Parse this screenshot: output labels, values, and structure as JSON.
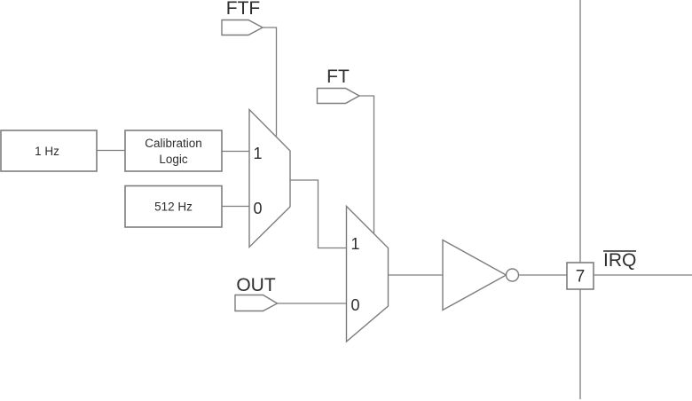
{
  "diagram": {
    "blocks": {
      "hz1": {
        "label": "1 Hz"
      },
      "calibration": {
        "line1": "Calibration",
        "line2": "Logic"
      },
      "hz512": {
        "label": "512 Hz"
      }
    },
    "signal_flags": {
      "ftf": "FTF",
      "ft": "FT",
      "out": "OUT"
    },
    "mux1": {
      "in1": "1",
      "in0": "0"
    },
    "mux2": {
      "in1": "1",
      "in0": "0"
    },
    "irq": {
      "pin_number": "7",
      "label": "IRQ"
    },
    "colors": {
      "line": "#7d7d7d",
      "text": "#2e2e2e",
      "background": "#ffffff"
    }
  }
}
